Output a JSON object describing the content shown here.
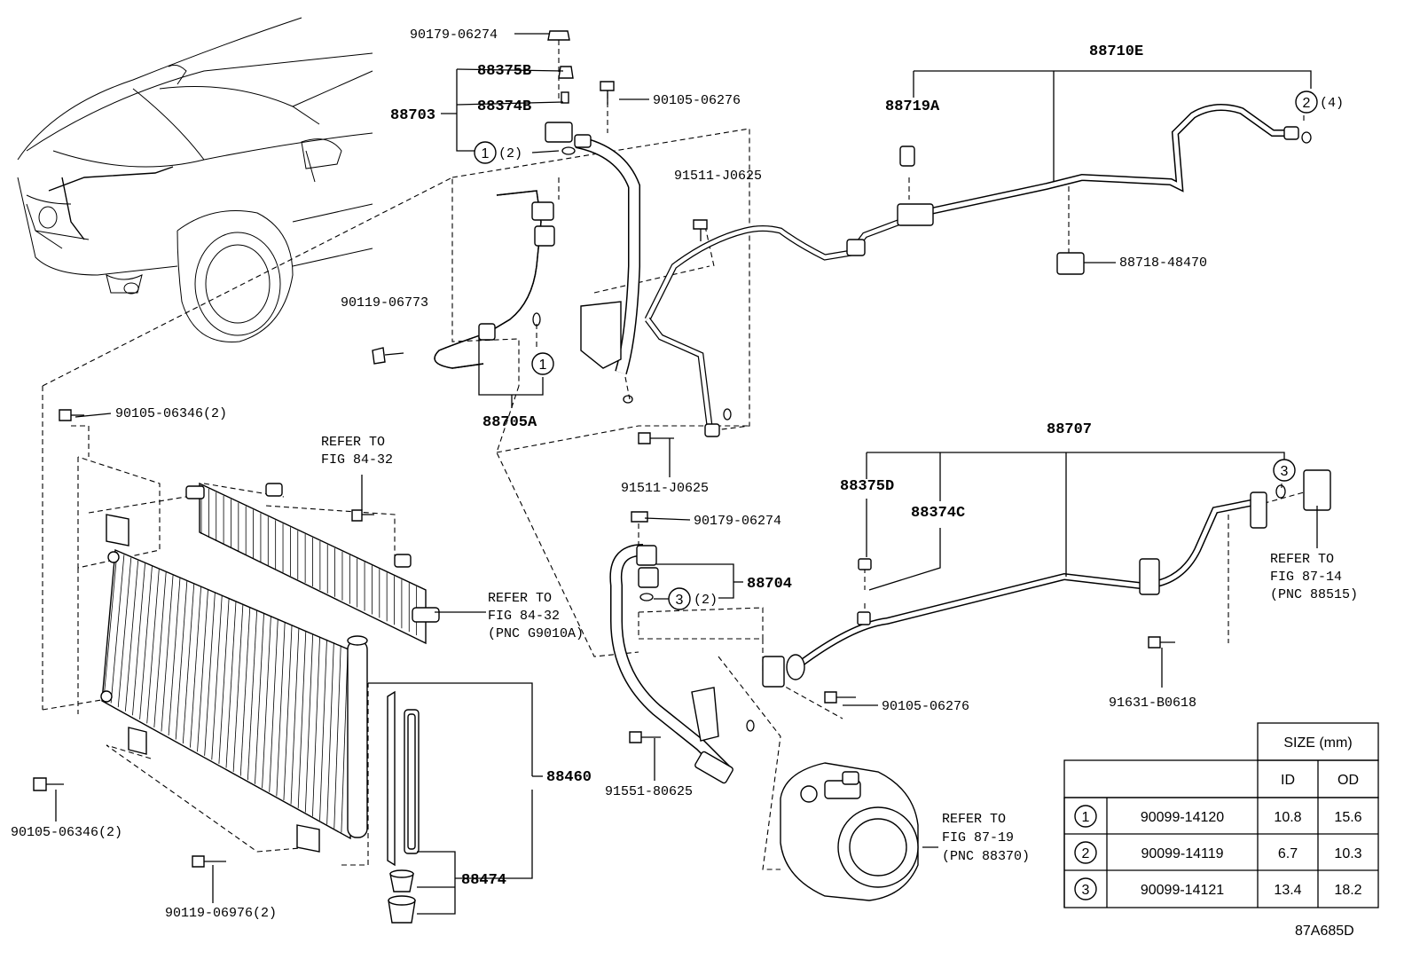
{
  "callouts": {
    "c_90179_06274_top": "90179-06274",
    "c_88375B": "88375B",
    "c_88374B": "88374B",
    "c_88703": "88703",
    "c_circ1_2_top": "(2)",
    "c_90105_06276_top": "90105-06276",
    "c_91511_J0625_top": "91511-J0625",
    "c_90119_06773": "90119-06773",
    "c_88705A": "88705A",
    "c_90105_06346_a": "90105-06346(2)",
    "c_refer_84_32_a": "REFER TO",
    "c_refer_84_32_a2": "FIG 84-32",
    "c_refer_84_32_b": "REFER TO",
    "c_refer_84_32_b2": "FIG 84-32",
    "c_refer_84_32_b3": "(PNC G9010A)",
    "c_91511_J0625_bot": "91511-J0625",
    "c_90179_06274_mid": "90179-06274",
    "c_88704": "88704",
    "c_circ3_2": "(2)",
    "c_88710E": "88710E",
    "c_88719A": "88719A",
    "c_circ2_4": "(4)",
    "c_88718_48470": "88718-48470",
    "c_88707": "88707",
    "c_88375D": "88375D",
    "c_88374C": "88374C",
    "c_refer_87_14": "REFER TO",
    "c_refer_87_14_2": "FIG 87-14",
    "c_refer_87_14_3": "(PNC 88515)",
    "c_91631_B0618": "91631-B0618",
    "c_90105_06276_bot": "90105-06276",
    "c_88460": "88460",
    "c_88474": "88474",
    "c_91551_80625": "91551-80625",
    "c_90105_06346_b": "90105-06346(2)",
    "c_90119_06976": "90119-06976(2)",
    "c_refer_87_19": "REFER TO",
    "c_refer_87_19_2": "FIG 87-19",
    "c_refer_87_19_3": "(PNC 88370)",
    "figure_code": "87A685D"
  },
  "circle_marks": {
    "one": "1",
    "two": "2",
    "three": "3"
  },
  "size_table": {
    "header": "SIZE (mm)",
    "col_id": "ID",
    "col_od": "OD",
    "rows": [
      {
        "mark": "1",
        "part": "90099-14120",
        "id": "10.8",
        "od": "15.6"
      },
      {
        "mark": "2",
        "part": "90099-14119",
        "id": "6.7",
        "od": "10.3"
      },
      {
        "mark": "3",
        "part": "90099-14121",
        "id": "13.4",
        "od": "18.2"
      }
    ]
  }
}
